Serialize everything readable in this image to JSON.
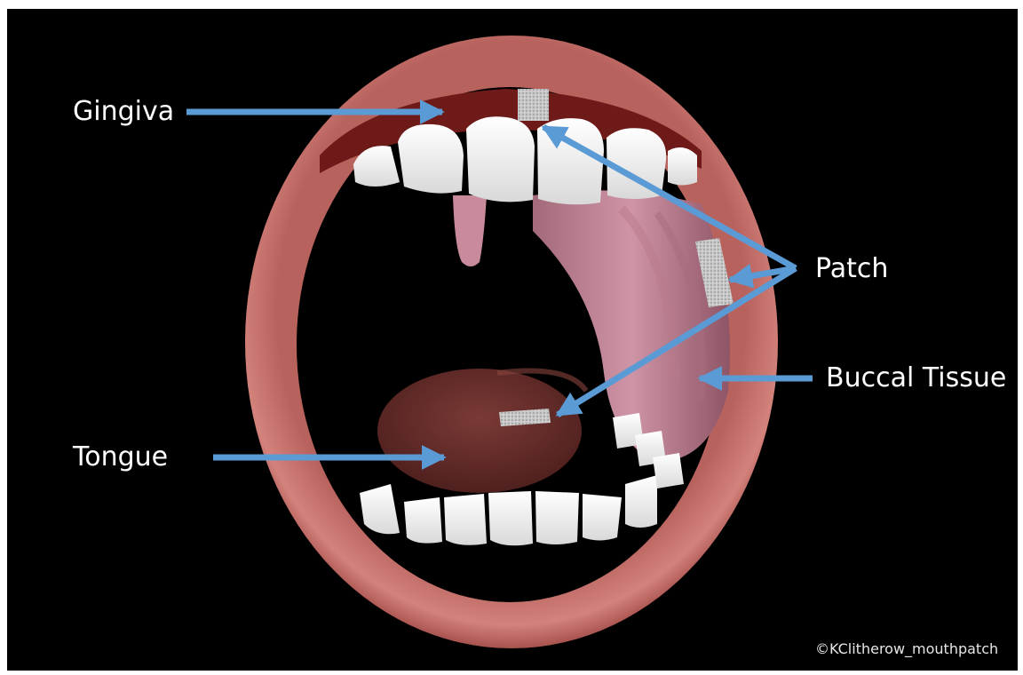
{
  "labels": {
    "gingiva": "Gingiva",
    "patch": "Patch",
    "buccal_tissue": "Buccal Tissue",
    "tongue": "Tongue"
  },
  "credit": "©KClitherow_mouthpatch",
  "colors": {
    "background": "#000000",
    "lip": "#c7736d",
    "lip_highlight": "#e0938c",
    "gum": "#6e1a18",
    "cheek": "#c98a9c",
    "tongue": "#6a2f2c",
    "tooth": "#f4f4f4",
    "patch": "#bdbdbd",
    "arrow": "#5b9bd5",
    "label_text": "#ffffff"
  }
}
